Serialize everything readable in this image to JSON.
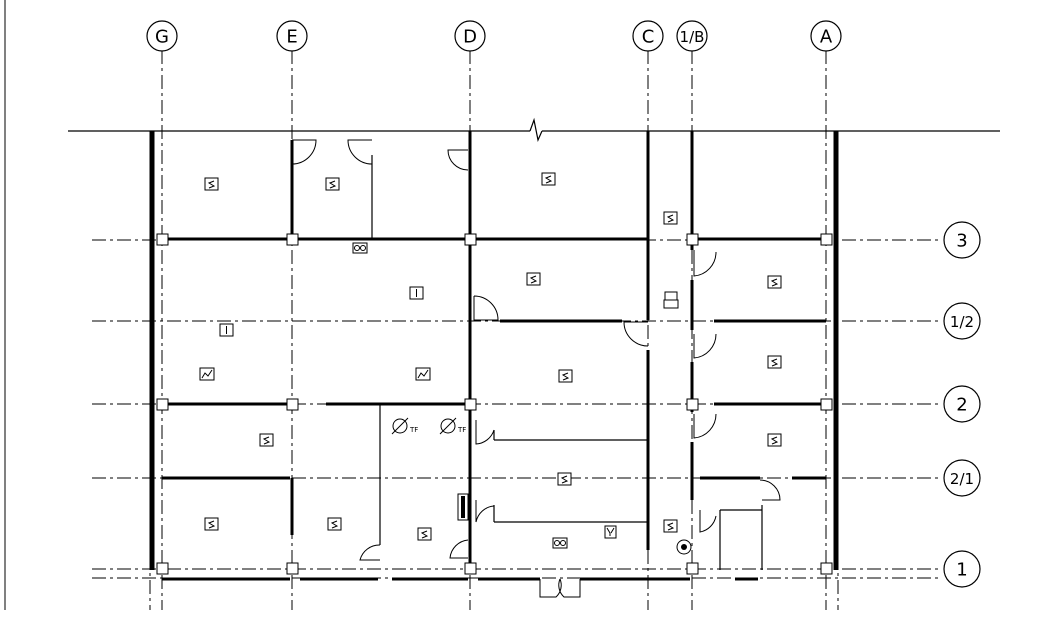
{
  "grid": {
    "columns": [
      {
        "label": "G"
      },
      {
        "label": "E"
      },
      {
        "label": "D"
      },
      {
        "label": "C"
      },
      {
        "label": "1/B"
      },
      {
        "label": "A"
      }
    ],
    "rows": [
      {
        "label": "3"
      },
      {
        "label": "1/2"
      },
      {
        "label": "2"
      },
      {
        "label": "2/1"
      },
      {
        "label": "1"
      }
    ]
  },
  "symbols": {
    "outlet": "outlet-icon",
    "light": "light-fixture-icon",
    "panel": "panel-icon",
    "fan": "fan-icon",
    "exhaust": "exhaust-icon"
  }
}
